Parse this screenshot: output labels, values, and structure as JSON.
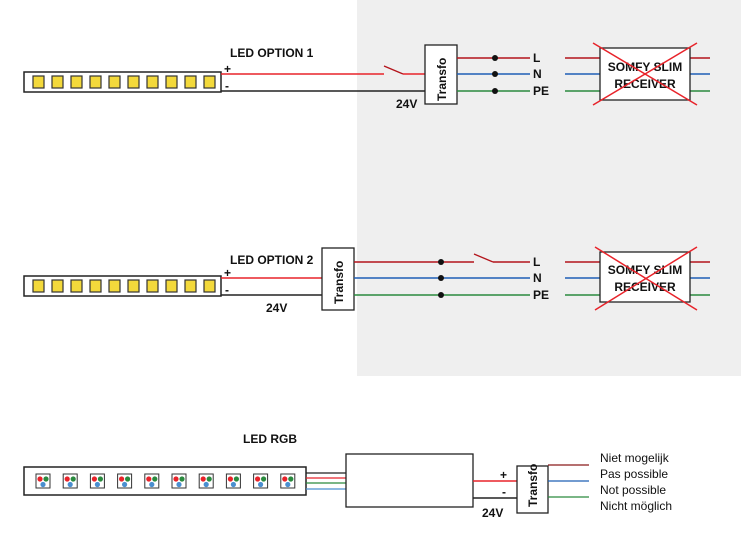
{
  "colors": {
    "background_panel": "#efefef",
    "live": "#b3141b",
    "neutral": "#1f5fb5",
    "earth": "#2a8a3e",
    "positive": "#e8232a",
    "negative": "#222222",
    "led": "#f3d93b"
  },
  "option1": {
    "title": "LED OPTION 1",
    "plus": "+",
    "minus": "-",
    "voltage": "24V",
    "transformer": "Transfo",
    "lines": [
      "L",
      "N",
      "PE"
    ],
    "receiver": [
      "SOMFY SLIM",
      "RECEIVER"
    ]
  },
  "option2": {
    "title": "LED OPTION 2",
    "plus": "+",
    "minus": "-",
    "voltage": "24V",
    "transformer": "Transfo",
    "lines": [
      "L",
      "N",
      "PE"
    ],
    "receiver": [
      "SOMFY SLIM",
      "RECEIVER"
    ]
  },
  "rgb": {
    "title": "LED RGB",
    "plus": "+",
    "minus": "-",
    "voltage": "24V",
    "transformer": "Transfo",
    "notes": [
      "Niet mogelijk",
      "Pas possible",
      "Not possible",
      "Nicht möglich"
    ]
  }
}
